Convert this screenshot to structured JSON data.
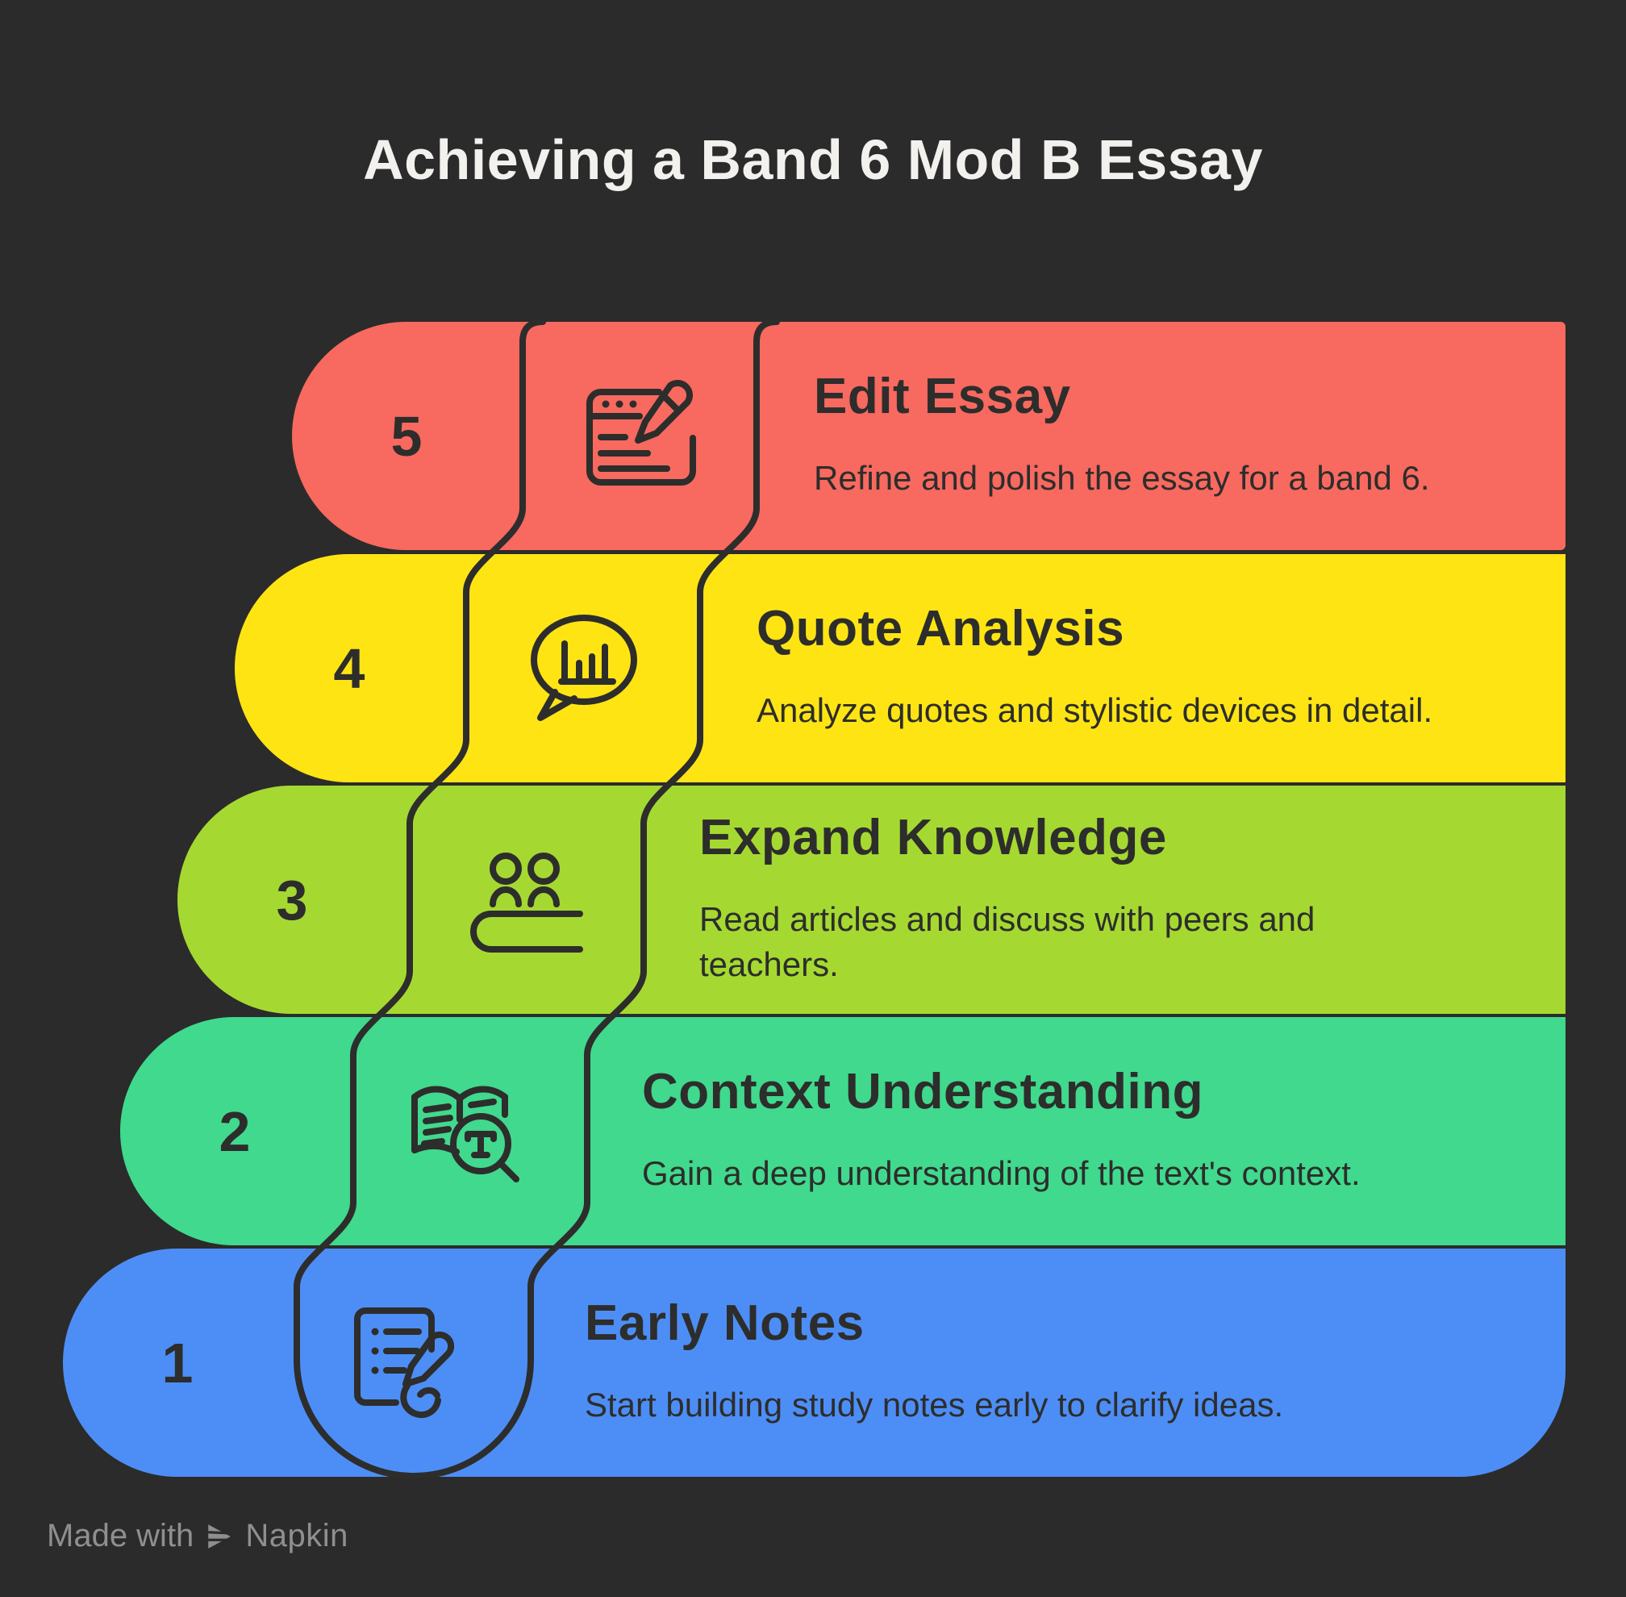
{
  "title": "Achieving a Band 6 Mod B Essay",
  "steps": [
    {
      "number": "5",
      "color": "#F8695F",
      "icon": "edit-essay-icon",
      "title": "Edit Essay",
      "description": "Refine and polish the essay for a band 6."
    },
    {
      "number": "4",
      "color": "#FFE414",
      "icon": "quote-analysis-icon",
      "title": "Quote Analysis",
      "description": "Analyze quotes and stylistic devices in detail."
    },
    {
      "number": "3",
      "color": "#A5D931",
      "icon": "expand-knowledge-icon",
      "title": "Expand Knowledge",
      "description": "Read articles and discuss with peers and\nteachers."
    },
    {
      "number": "2",
      "color": "#40D98D",
      "icon": "context-understanding-icon",
      "title": "Context Understanding",
      "description": "Gain a deep understanding of the text's context."
    },
    {
      "number": "1",
      "color": "#4D8EF6",
      "icon": "early-notes-icon",
      "title": "Early Notes",
      "description": "Start building study notes early to clarify ideas."
    }
  ],
  "footer": {
    "made_with": "Made with",
    "brand": "Napkin"
  },
  "colors": {
    "background": "#2B2B2B",
    "ink": "#2D2D2C",
    "title_text": "#F2F1EE",
    "footer_text": "#8F8F8F"
  }
}
